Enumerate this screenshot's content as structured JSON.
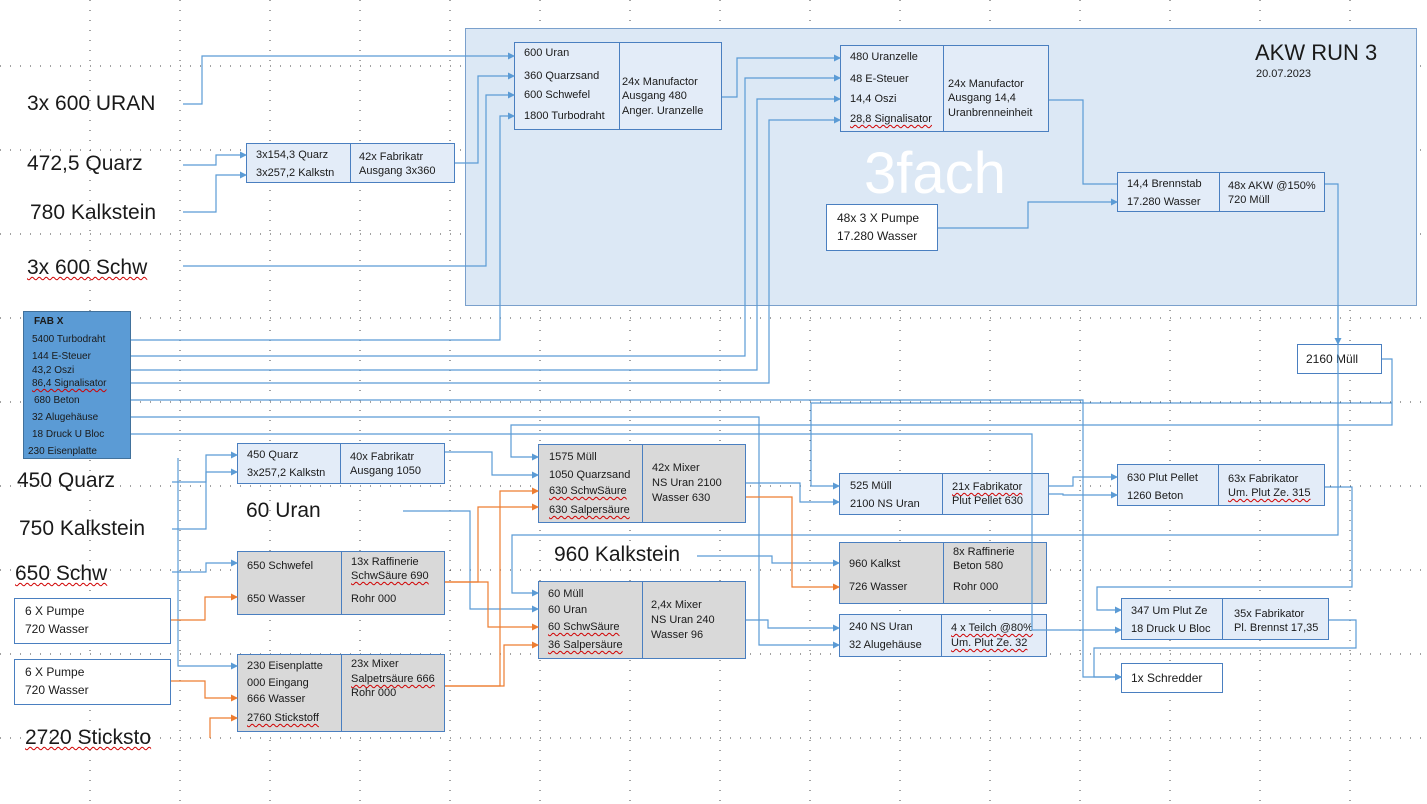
{
  "zone": {
    "title": "AKW RUN 3",
    "date": "20.07.2023",
    "watermark": "3fach"
  },
  "inputs": {
    "uran": "3x 600 URAN",
    "quarz": "472,5 Quarz",
    "kalkstein": "780 Kalkstein",
    "schw": "3x 600 Schw",
    "quarz2": "450 Quarz",
    "kalkstein2": "750 Kalkstein",
    "schw2": "650 Schw",
    "uran2": "60 Uran",
    "kalkstein3": "960 Kalkstein",
    "stickstoff": "2720 Sticksto"
  },
  "pumps": {
    "p1": [
      "6 X Pumpe",
      "720 Wasser"
    ],
    "p2": [
      "6 X Pumpe",
      "720 Wasser"
    ],
    "p3": [
      "48x 3 X Pumpe",
      "17.280 Wasser"
    ]
  },
  "fab_x": {
    "title": "FAB X",
    "items": [
      "5400 Turbodraht",
      "144 E-Steuer",
      "43,2 Oszi",
      "86,4 Signalisator",
      "680  Beton",
      "32 Alugehäuse",
      "18 Druck U Bloc",
      "230 Eisenplatte"
    ]
  },
  "boxes": {
    "b_quarz1": {
      "inputs": [
        "3x154,3 Quarz",
        "3x257,2 Kalkstn"
      ],
      "desc": [
        "42x Fabrikatr",
        "Ausgang 3x360"
      ]
    },
    "b_uranzelle": {
      "inputs": [
        "600 Uran",
        "360 Quarzsand",
        "600 Schwefel",
        "1800 Turbodraht"
      ],
      "desc": [
        "24x Manufactor",
        "Ausgang 480",
        "Anger. Uranzelle"
      ]
    },
    "b_brenn": {
      "inputs": [
        "480 Uranzelle",
        "48 E-Steuer",
        "14,4 Oszi",
        "28,8 Signalisator"
      ],
      "desc": [
        "24x Manufactor",
        "Ausgang 14,4",
        "Uranbrenneinheit"
      ]
    },
    "b_akw": {
      "inputs": [
        "14,4 Brennstab",
        "17.280 Wasser"
      ],
      "desc": [
        "48x AKW @150%",
        "720 Müll"
      ]
    },
    "b_muell": {
      "label": "2160 Müll"
    },
    "b_quarz2": {
      "inputs": [
        "450 Quarz",
        "3x257,2 Kalkstn"
      ],
      "desc": [
        "40x Fabrikatr",
        "Ausgang 1050"
      ]
    },
    "b_schwsaeure": {
      "inputs": [
        "650 Schwefel",
        "650 Wasser"
      ],
      "desc": [
        "13x Raffinerie",
        "SchwSäure 690",
        "Rohr 000"
      ]
    },
    "b_salpeter": {
      "inputs": [
        "230 Eisenplatte",
        "000 Eingang",
        "666 Wasser",
        "2760 Stickstoff"
      ],
      "desc": [
        "23x Mixer",
        "Salpetrsäure 666",
        "Rohr 000"
      ]
    },
    "b_mixer1": {
      "inputs": [
        "1575 Müll",
        "1050 Quarzsand",
        "630 SchwSäure",
        "630 Salpersäure"
      ],
      "desc": [
        "42x Mixer",
        "NS Uran 2100",
        "Wasser 630"
      ]
    },
    "b_mixer2": {
      "inputs": [
        "60 Müll",
        "60 Uran",
        "60 SchwSäure",
        "36 Salpersäure"
      ],
      "desc": [
        "2,4x Mixer",
        "NS Uran 240",
        "Wasser 96"
      ]
    },
    "b_plutpellet": {
      "inputs": [
        "525 Müll",
        "2100 NS Uran"
      ],
      "desc": [
        "21x Fabrikator",
        "Plut Pellet 630"
      ]
    },
    "b_beton": {
      "inputs": [
        "960 Kalkst",
        "726 Wasser"
      ],
      "desc": [
        "8x Raffinerie",
        "Beton 580",
        "Rohr 000"
      ]
    },
    "b_teilch": {
      "inputs": [
        "240 NS Uran",
        "32 Alugehäuse"
      ],
      "desc": [
        "4 x Teilch @80%",
        "Um. Plut Ze. 32"
      ]
    },
    "b_umplut": {
      "inputs": [
        "630 Plut Pellet",
        "1260 Beton"
      ],
      "desc": [
        "63x Fabrikator",
        "Um. Plut Ze. 315"
      ]
    },
    "b_plbrennst": {
      "inputs": [
        "347 Um Plut Ze",
        "18 Druck U Bloc"
      ],
      "desc": [
        "35x Fabrikator",
        "Pl. Brennst 17,35"
      ]
    },
    "b_schredder": {
      "label": "1x Schredder"
    }
  },
  "colors": {
    "wire_blue": "#5b9bd5",
    "wire_orange": "#ed7d31",
    "zone_fill": "#dce8f5",
    "gray_box": "#d9d9d9"
  }
}
